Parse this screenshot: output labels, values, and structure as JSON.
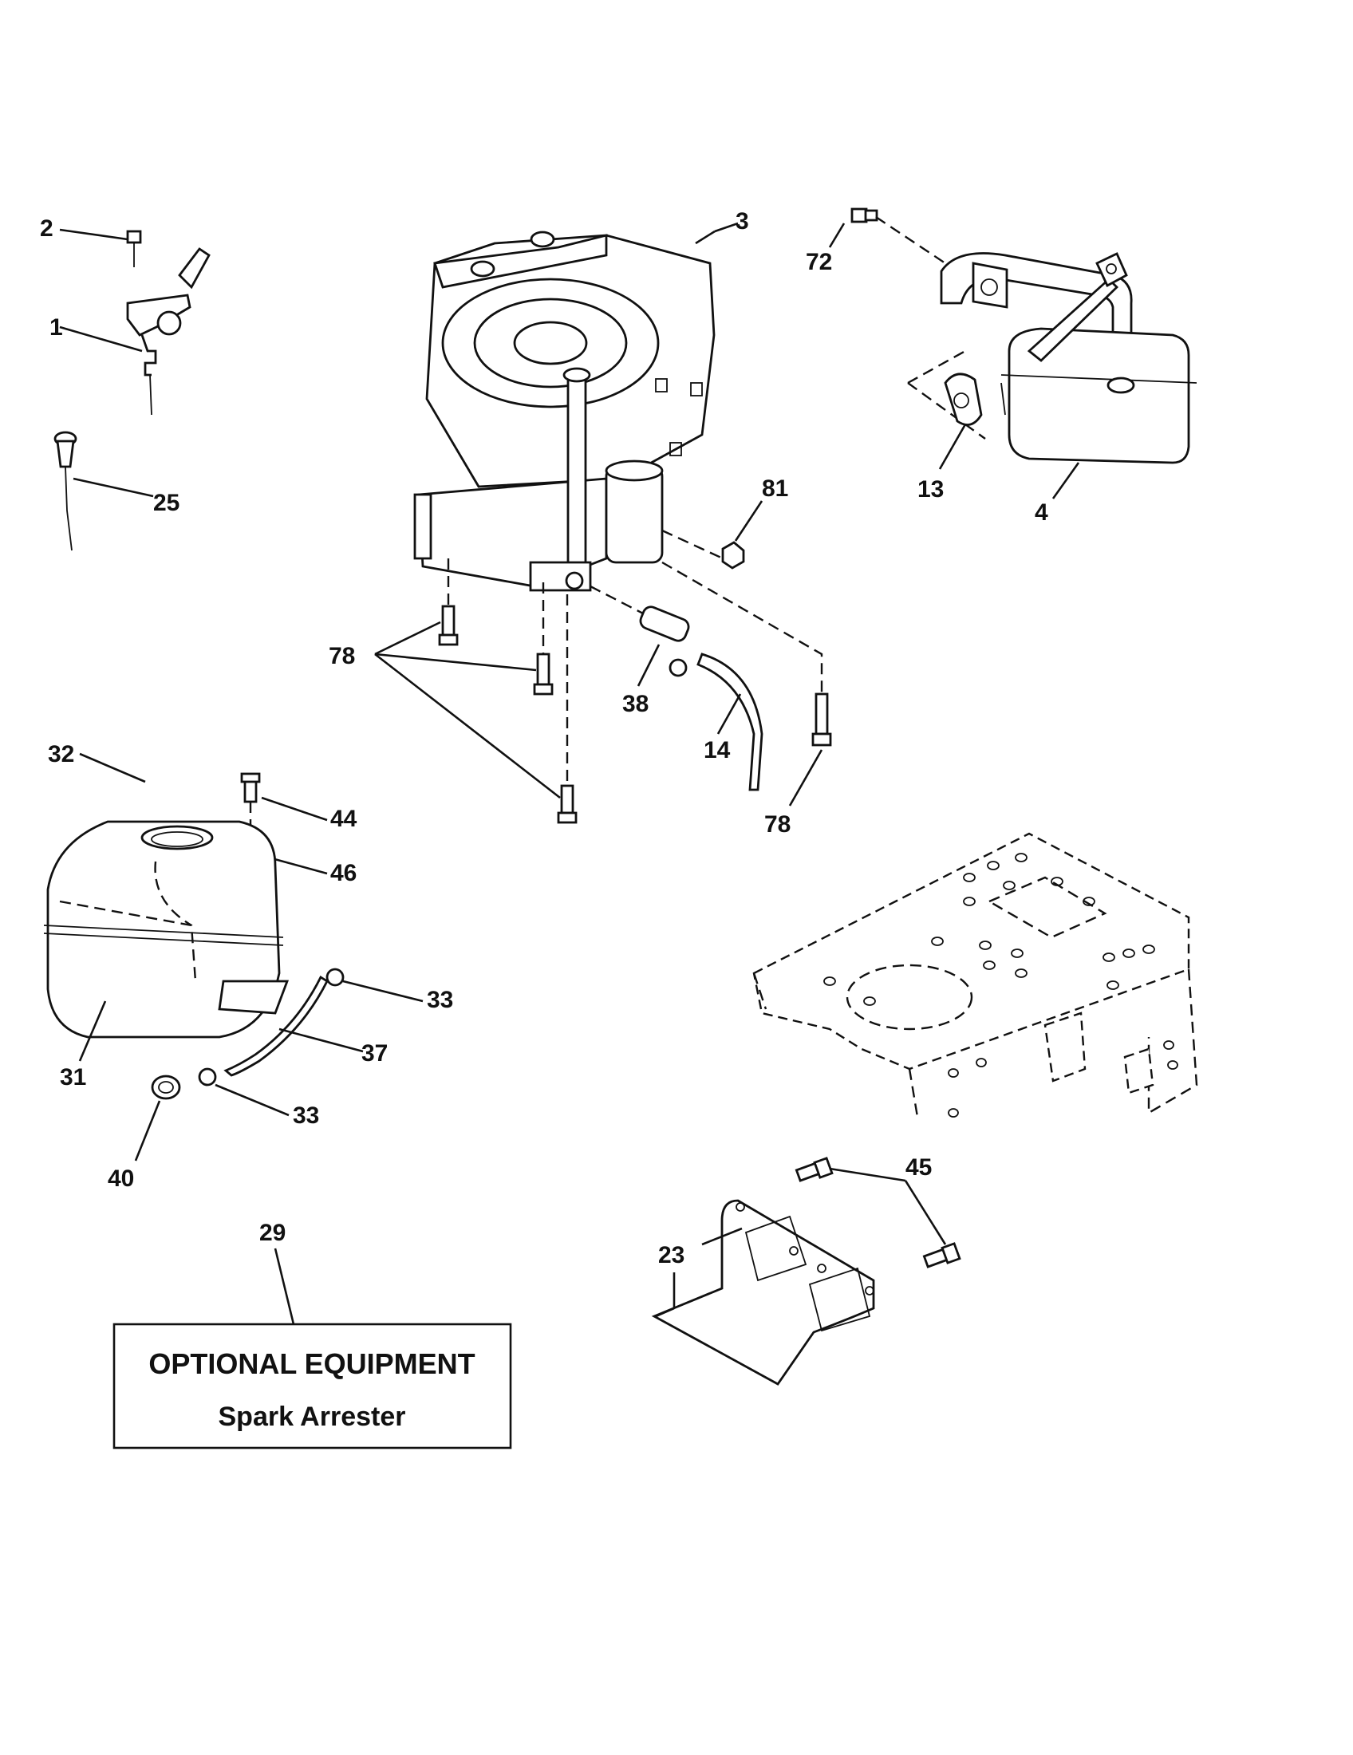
{
  "callouts": {
    "c1": "1",
    "c2": "2",
    "c3": "3",
    "c4": "4",
    "c13": "13",
    "c14": "14",
    "c23": "23",
    "c25": "25",
    "c29": "29",
    "c31": "31",
    "c32": "32",
    "c33a": "33",
    "c33b": "33",
    "c37": "37",
    "c38": "38",
    "c40": "40",
    "c44": "44",
    "c45": "45",
    "c46": "46",
    "c72": "72",
    "c78a": "78",
    "c78b": "78",
    "c81": "81"
  },
  "optional_box": {
    "title": "OPTIONAL EQUIPMENT",
    "subtitle": "Spark Arrester"
  }
}
